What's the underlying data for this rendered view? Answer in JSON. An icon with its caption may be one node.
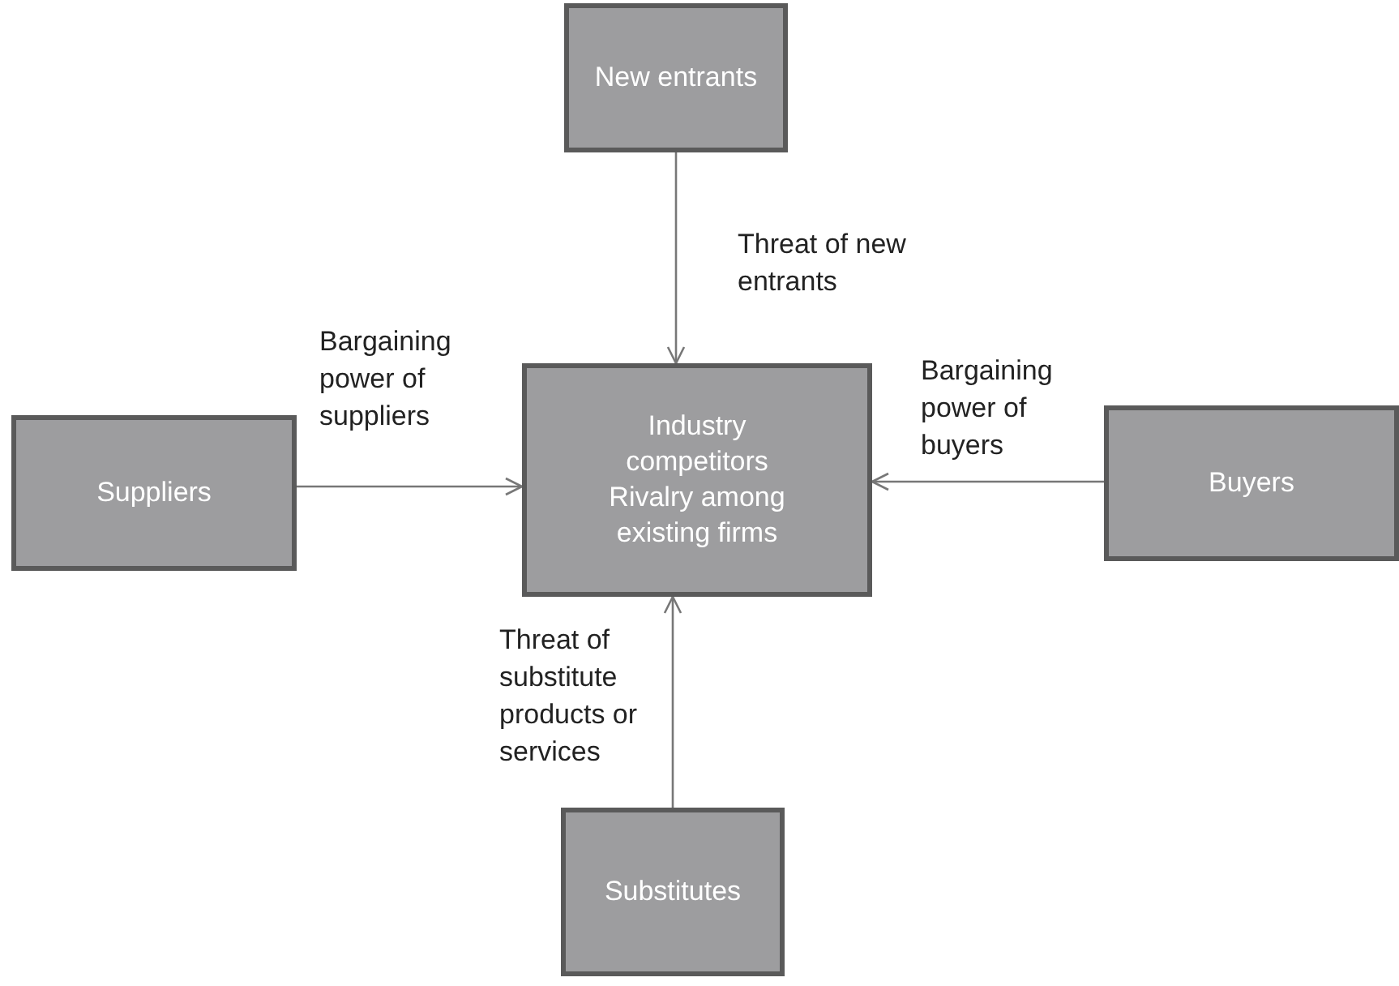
{
  "diagram": {
    "nodes": [
      {
        "text": [
          "New entrants"
        ]
      },
      {
        "text": [
          "Suppliers"
        ]
      },
      {
        "text": [
          "Industry competitors Rivalry among existing firms"
        ]
      },
      {
        "text": [
          "Buyers"
        ]
      },
      {
        "text": [
          "Substitutes"
        ]
      }
    ],
    "edges": [
      {
        "from": 0,
        "to": 2,
        "arrow": "to",
        "label": "Threat of new entrants"
      },
      {
        "from": 1,
        "to": 2,
        "arrow": "to",
        "label": "Bargaining power of suppliers"
      },
      {
        "from": 3,
        "to": 2,
        "arrow": "to",
        "label": "Bargaining power of buyers"
      },
      {
        "from": 4,
        "to": 2,
        "arrow": "to",
        "label": "Threat of substitute products or services"
      }
    ]
  }
}
